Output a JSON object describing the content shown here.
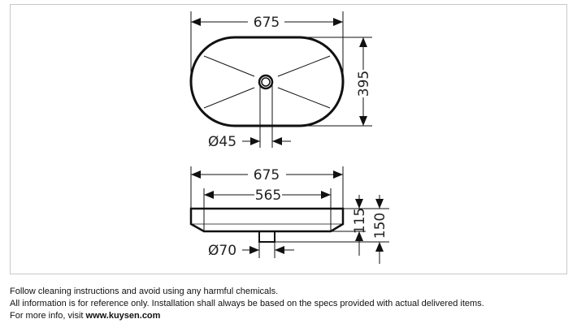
{
  "drawing": {
    "top_view": {
      "width_label": "675",
      "depth_label": "395",
      "drain_label": "Ø45"
    },
    "side_view": {
      "outer_width_label": "675",
      "inner_width_label": "565",
      "bowl_height_label": "115",
      "total_height_label": "150",
      "drain_label": "Ø70"
    }
  },
  "notes": {
    "line1": "Follow cleaning instructions and avoid using any harmful chemicals.",
    "line2": "All information is for reference only. Installation shall always be based on the specs provided with actual delivered items.",
    "line3_prefix": "For more info, visit ",
    "line3_link": "www.kuysen.com"
  }
}
